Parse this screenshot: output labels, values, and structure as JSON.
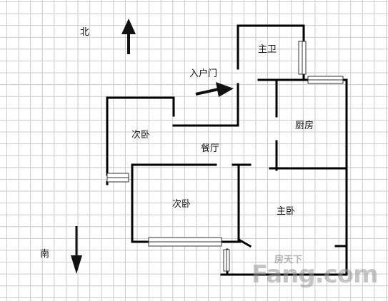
{
  "labels": {
    "north": "北",
    "south": "南",
    "entrance": "入户门",
    "master_bath": "主卫",
    "kitchen": "厨房",
    "second_bedroom_top": "次卧",
    "dining_hall": "餐厅",
    "second_bedroom_bottom": "次卧",
    "master_bedroom": "主卧"
  },
  "watermark": {
    "brand_cn": "房天下",
    "brand_en": "Fang.com"
  },
  "colors": {
    "wall": "#000000",
    "grid": "#c9c9c9",
    "arrow": "#111111"
  }
}
